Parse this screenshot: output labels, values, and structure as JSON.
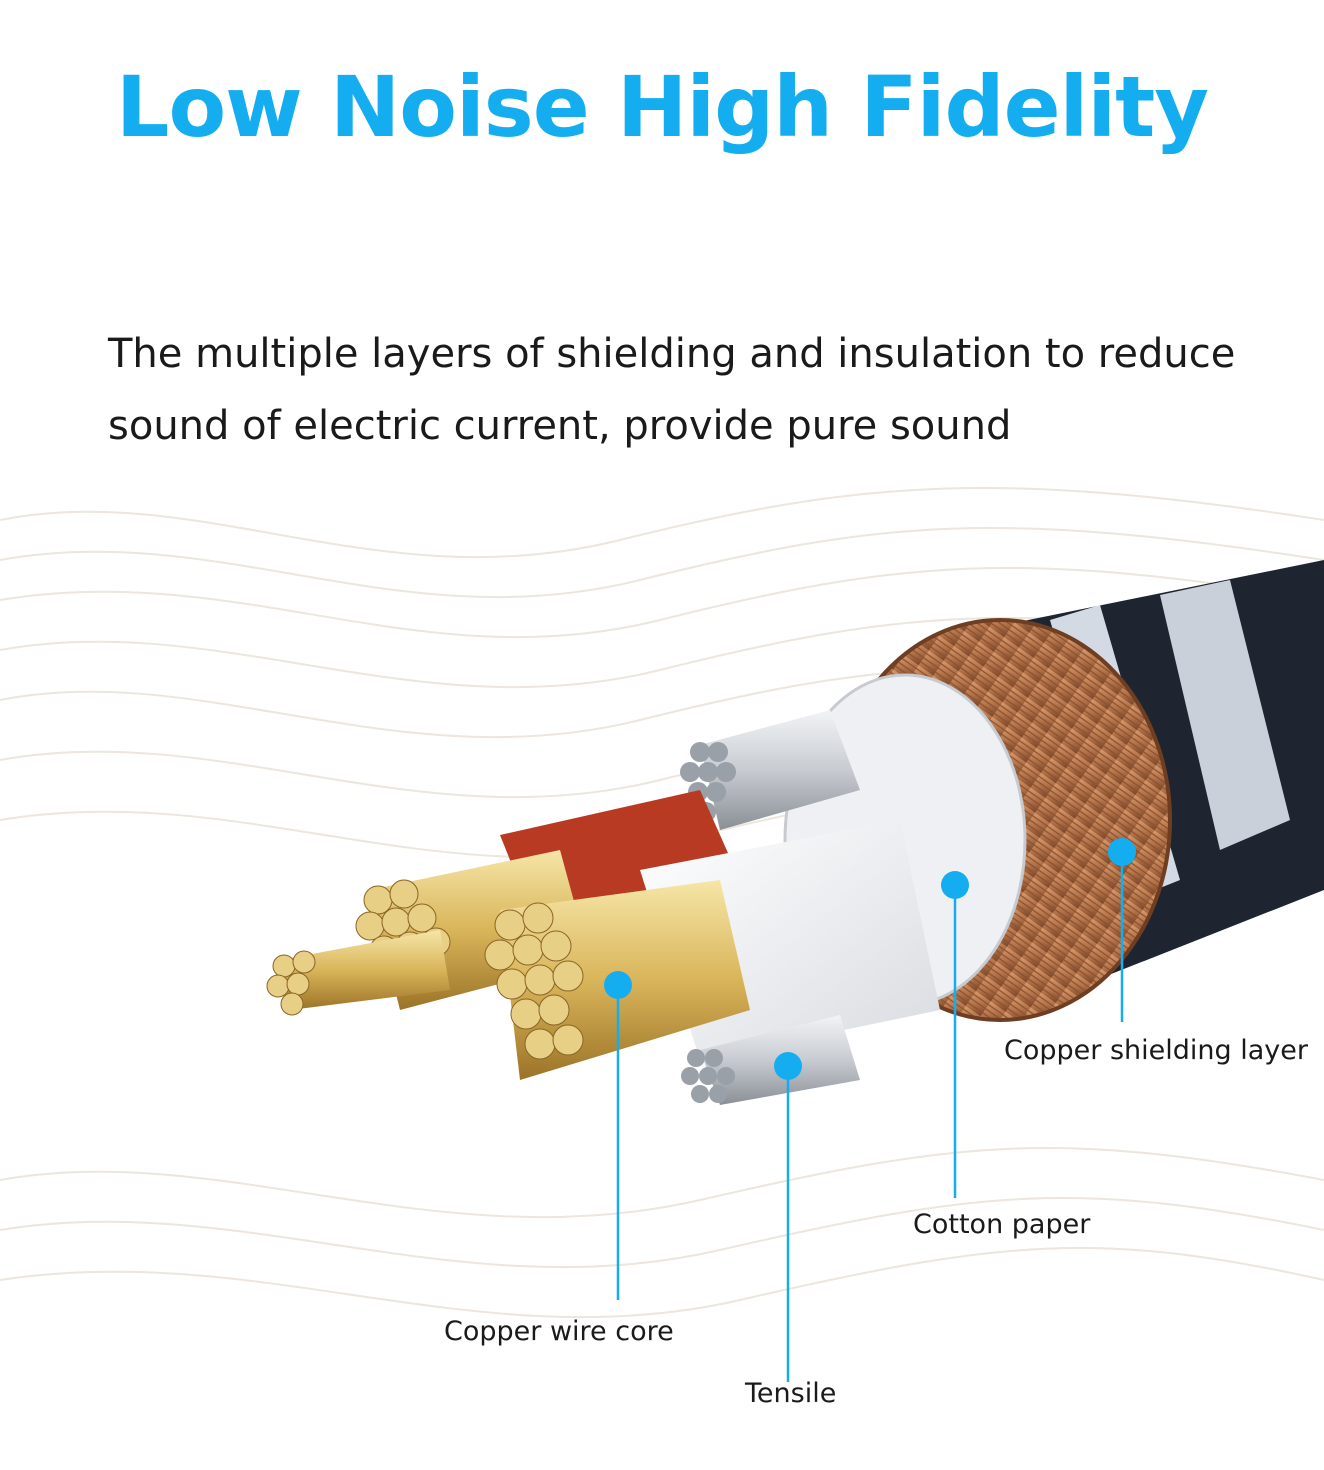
{
  "header": {
    "title": "Low Noise High Fidelity",
    "description": "The multiple layers of shielding and insulation to reduce sound of electric current, provide pure sound"
  },
  "callouts": [
    {
      "id": "copper-shielding-layer",
      "label": "Copper shielding layer"
    },
    {
      "id": "cotton-paper",
      "label": "Cotton paper"
    },
    {
      "id": "copper-wire-core",
      "label": "Copper wire core"
    },
    {
      "id": "tensile",
      "label": "Tensile"
    }
  ],
  "colors": {
    "accent": "#14aef0",
    "jacket_dark": "#1e2530",
    "copper_braid": "#b4734a",
    "red_insulation": "#b83a22",
    "gold_strands": "#d9b55a",
    "silver_strands": "#c8ccd2"
  }
}
